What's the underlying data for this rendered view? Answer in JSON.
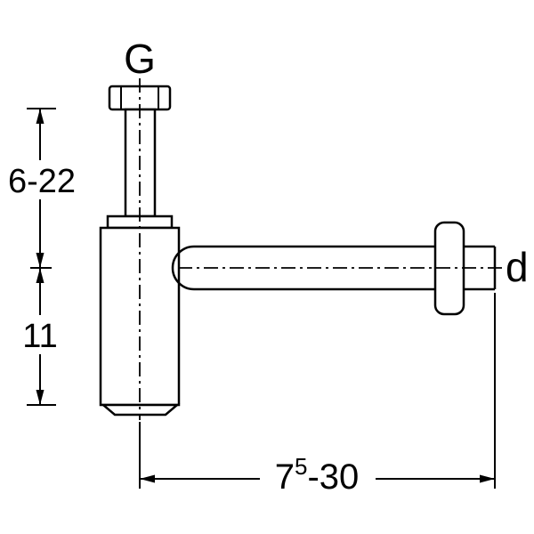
{
  "diagram": {
    "type": "technical-dimension-drawing",
    "subject": "bottle-trap-with-horizontal-outlet",
    "labels": {
      "inlet_thread": "G",
      "outlet_diameter": "d"
    },
    "dimensions": {
      "inlet_height_range": "6-22",
      "body_depth": "11",
      "outlet_length_base": "7",
      "outlet_length_sup": "5",
      "outlet_length_rest": "-30"
    },
    "colors": {
      "line": "#000000",
      "background": "#ffffff"
    }
  }
}
